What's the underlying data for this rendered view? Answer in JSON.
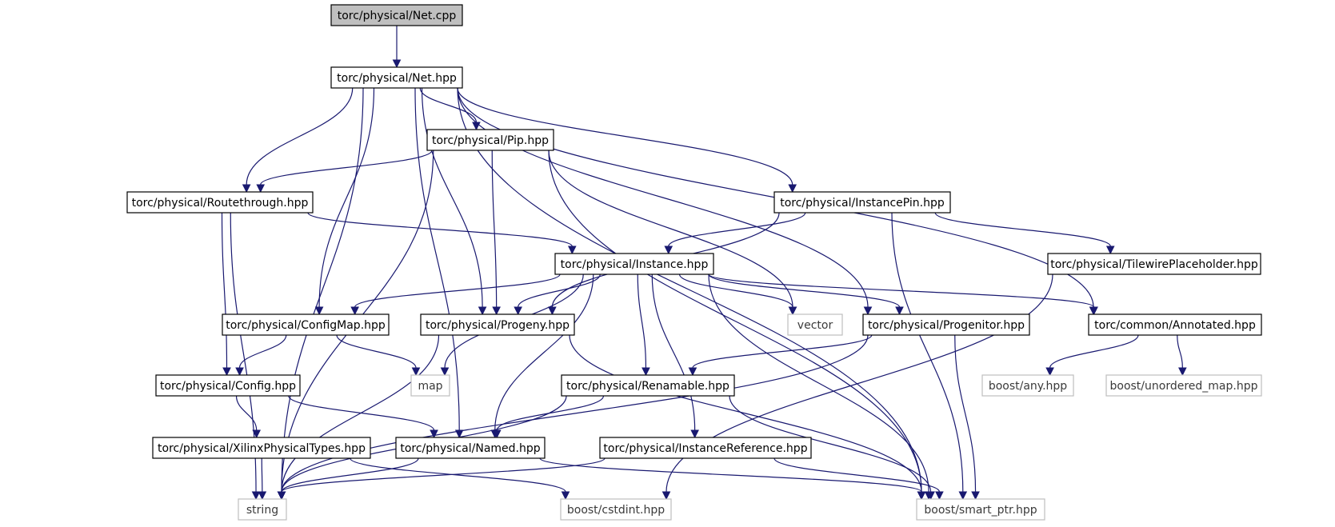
{
  "colors": {
    "edge": "#191970",
    "root_fill": "#bfbfbf",
    "node_border": "#000000",
    "external_border": "#bfbfbf"
  },
  "nodes": [
    {
      "id": "net_cpp",
      "label": "torc/physical/Net.cpp",
      "kind": "root"
    },
    {
      "id": "net_hpp",
      "label": "torc/physical/Net.hpp",
      "kind": "internal"
    },
    {
      "id": "pip",
      "label": "torc/physical/Pip.hpp",
      "kind": "internal"
    },
    {
      "id": "routethrough",
      "label": "torc/physical/Routethrough.hpp",
      "kind": "internal"
    },
    {
      "id": "instancepin",
      "label": "torc/physical/InstancePin.hpp",
      "kind": "internal"
    },
    {
      "id": "instance",
      "label": "torc/physical/Instance.hpp",
      "kind": "internal"
    },
    {
      "id": "tileplaceholder",
      "label": "torc/physical/TilewirePlaceholder.hpp",
      "kind": "internal"
    },
    {
      "id": "configmap",
      "label": "torc/physical/ConfigMap.hpp",
      "kind": "internal"
    },
    {
      "id": "progeny",
      "label": "torc/physical/Progeny.hpp",
      "kind": "internal"
    },
    {
      "id": "vector",
      "label": "vector",
      "kind": "external"
    },
    {
      "id": "progenitor",
      "label": "torc/physical/Progenitor.hpp",
      "kind": "internal"
    },
    {
      "id": "annotated",
      "label": "torc/common/Annotated.hpp",
      "kind": "internal"
    },
    {
      "id": "config",
      "label": "torc/physical/Config.hpp",
      "kind": "internal"
    },
    {
      "id": "map",
      "label": "map",
      "kind": "external"
    },
    {
      "id": "renamable",
      "label": "torc/physical/Renamable.hpp",
      "kind": "internal"
    },
    {
      "id": "boost_any",
      "label": "boost/any.hpp",
      "kind": "external"
    },
    {
      "id": "boost_unordered",
      "label": "boost/unordered_map.hpp",
      "kind": "external"
    },
    {
      "id": "xilinx",
      "label": "torc/physical/XilinxPhysicalTypes.hpp",
      "kind": "internal"
    },
    {
      "id": "named",
      "label": "torc/physical/Named.hpp",
      "kind": "internal"
    },
    {
      "id": "instref",
      "label": "torc/physical/InstanceReference.hpp",
      "kind": "internal"
    },
    {
      "id": "string",
      "label": "string",
      "kind": "external"
    },
    {
      "id": "cstdint",
      "label": "boost/cstdint.hpp",
      "kind": "external"
    },
    {
      "id": "smart_ptr",
      "label": "boost/smart_ptr.hpp",
      "kind": "external"
    }
  ],
  "edges": [
    {
      "from": "net_cpp",
      "to": "net_hpp"
    },
    {
      "from": "net_hpp",
      "to": "pip"
    },
    {
      "from": "net_hpp",
      "to": "routethrough"
    },
    {
      "from": "net_hpp",
      "to": "instancepin"
    },
    {
      "from": "net_hpp",
      "to": "configmap"
    },
    {
      "from": "net_hpp",
      "to": "progeny"
    },
    {
      "from": "net_hpp",
      "to": "progenitor"
    },
    {
      "from": "net_hpp",
      "to": "annotated"
    },
    {
      "from": "net_hpp",
      "to": "named"
    },
    {
      "from": "net_hpp",
      "to": "string"
    },
    {
      "from": "net_hpp",
      "to": "smart_ptr"
    },
    {
      "from": "pip",
      "to": "routethrough"
    },
    {
      "from": "pip",
      "to": "progeny"
    },
    {
      "from": "pip",
      "to": "vector"
    },
    {
      "from": "pip",
      "to": "string"
    },
    {
      "from": "pip",
      "to": "smart_ptr"
    },
    {
      "from": "routethrough",
      "to": "instance"
    },
    {
      "from": "routethrough",
      "to": "config"
    },
    {
      "from": "routethrough",
      "to": "string"
    },
    {
      "from": "instancepin",
      "to": "instance"
    },
    {
      "from": "instancepin",
      "to": "tileplaceholder"
    },
    {
      "from": "instancepin",
      "to": "progeny"
    },
    {
      "from": "instancepin",
      "to": "smart_ptr"
    },
    {
      "from": "instance",
      "to": "configmap"
    },
    {
      "from": "instance",
      "to": "progeny"
    },
    {
      "from": "instance",
      "to": "vector"
    },
    {
      "from": "instance",
      "to": "progenitor"
    },
    {
      "from": "instance",
      "to": "annotated"
    },
    {
      "from": "instance",
      "to": "map"
    },
    {
      "from": "instance",
      "to": "renamable"
    },
    {
      "from": "instance",
      "to": "named"
    },
    {
      "from": "instance",
      "to": "instref"
    },
    {
      "from": "instance",
      "to": "smart_ptr"
    },
    {
      "from": "tileplaceholder",
      "to": "cstdint"
    },
    {
      "from": "configmap",
      "to": "config"
    },
    {
      "from": "configmap",
      "to": "map"
    },
    {
      "from": "progeny",
      "to": "string"
    },
    {
      "from": "progeny",
      "to": "smart_ptr"
    },
    {
      "from": "progenitor",
      "to": "renamable"
    },
    {
      "from": "progenitor",
      "to": "string"
    },
    {
      "from": "progenitor",
      "to": "smart_ptr"
    },
    {
      "from": "annotated",
      "to": "boost_any"
    },
    {
      "from": "annotated",
      "to": "boost_unordered"
    },
    {
      "from": "config",
      "to": "xilinx"
    },
    {
      "from": "config",
      "to": "named"
    },
    {
      "from": "renamable",
      "to": "named"
    },
    {
      "from": "renamable",
      "to": "string"
    },
    {
      "from": "renamable",
      "to": "smart_ptr"
    },
    {
      "from": "xilinx",
      "to": "string"
    },
    {
      "from": "xilinx",
      "to": "cstdint"
    },
    {
      "from": "named",
      "to": "string"
    },
    {
      "from": "named",
      "to": "smart_ptr"
    },
    {
      "from": "instref",
      "to": "string"
    },
    {
      "from": "instref",
      "to": "smart_ptr"
    }
  ]
}
